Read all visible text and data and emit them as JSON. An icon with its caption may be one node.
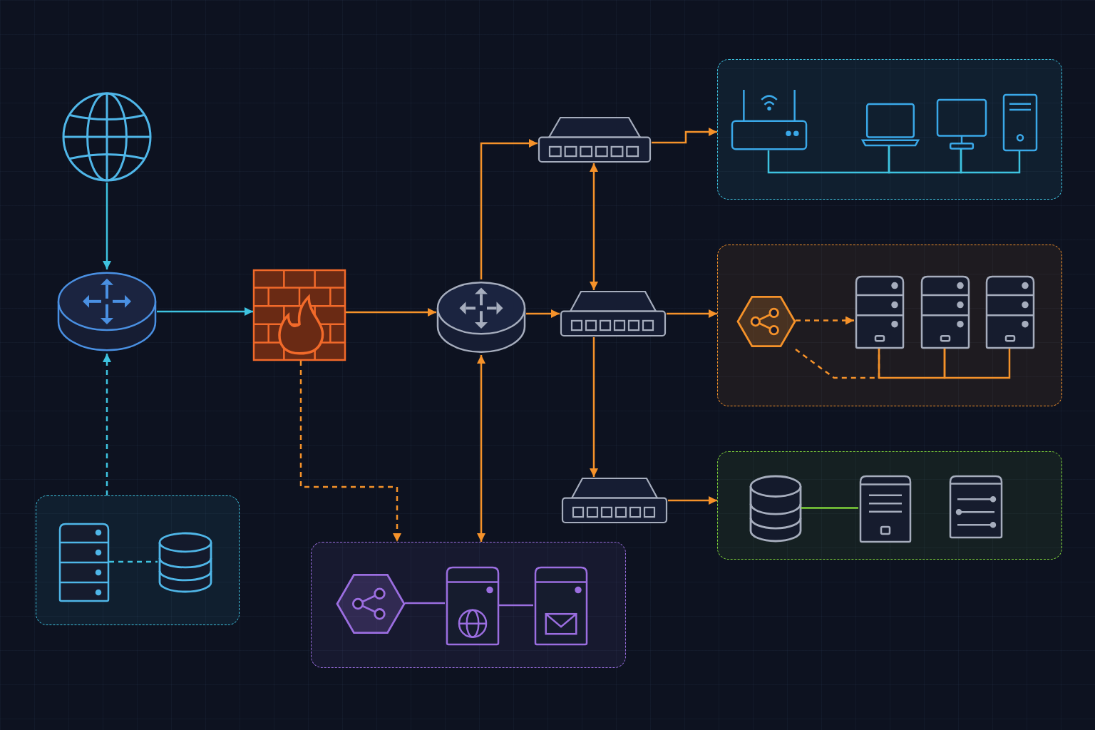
{
  "diagram": {
    "nodes": [
      {
        "text": [],
        "shape": "globe"
      },
      {
        "text": [],
        "shape": "router"
      },
      {
        "text": [],
        "shape": "firewall"
      },
      {
        "text": [],
        "shape": "router"
      },
      {
        "text": [],
        "shape": "switch"
      },
      {
        "text": [],
        "shape": "switch"
      },
      {
        "text": [],
        "shape": "switch"
      },
      {
        "text": [],
        "shape": "box"
      },
      {
        "text": [],
        "shape": "wifi-router",
        "in": 7
      },
      {
        "text": [],
        "shape": "laptop",
        "in": 7
      },
      {
        "text": [],
        "shape": "monitor",
        "in": 7
      },
      {
        "text": [],
        "shape": "tower",
        "in": 7
      },
      {
        "text": [],
        "shape": "box"
      },
      {
        "text": [],
        "shape": "hexagon",
        "in": 12
      },
      {
        "text": [],
        "shape": "server",
        "in": 12
      },
      {
        "text": [],
        "shape": "server",
        "in": 12
      },
      {
        "text": [],
        "shape": "server",
        "in": 12
      },
      {
        "text": [],
        "shape": "box"
      },
      {
        "text": [],
        "shape": "server",
        "in": 17
      },
      {
        "text": [],
        "shape": "cylinder",
        "in": 17
      },
      {
        "text": [],
        "shape": "box"
      },
      {
        "text": [],
        "shape": "hexagon",
        "in": 20
      },
      {
        "text": [],
        "shape": "server",
        "in": 20
      },
      {
        "text": [],
        "shape": "server",
        "in": 20
      },
      {
        "text": [],
        "shape": "box"
      },
      {
        "text": [],
        "shape": "cylinder",
        "in": 24
      },
      {
        "text": [],
        "shape": "server",
        "in": 24
      },
      {
        "text": [],
        "shape": "server",
        "in": 24
      }
    ],
    "edges": [
      {
        "from": 0,
        "to": 1,
        "arrow": "to",
        "color": "#3ec3e0"
      },
      {
        "from": 1,
        "to": 2,
        "arrow": "to",
        "color": "#3ec3e0"
      },
      {
        "from": 17,
        "to": 1,
        "arrow": "to",
        "style": "dashed",
        "color": "#3ec3e0"
      },
      {
        "from": 2,
        "to": 3,
        "arrow": "to"
      },
      {
        "from": 2,
        "to": 20,
        "arrow": "to",
        "style": "dashed"
      },
      {
        "from": 3,
        "to": 4,
        "arrow": "to"
      },
      {
        "from": 3,
        "to": 5,
        "arrow": "to"
      },
      {
        "from": 4,
        "to": 5,
        "arrow": "both"
      },
      {
        "from": 3,
        "to": 20,
        "arrow": "both"
      },
      {
        "from": 5,
        "to": 6,
        "arrow": "to"
      },
      {
        "from": 4,
        "to": 7,
        "arrow": "to"
      },
      {
        "from": 5,
        "to": 12,
        "arrow": "to"
      },
      {
        "from": 6,
        "to": 24,
        "arrow": "to"
      },
      {
        "from": 8,
        "to": 9,
        "arrow": "none",
        "color": "#3ec3e0"
      },
      {
        "from": 9,
        "to": 10,
        "arrow": "none",
        "color": "#3ec3e0"
      },
      {
        "from": 10,
        "to": 11,
        "arrow": "none",
        "color": "#3ec3e0"
      },
      {
        "from": 13,
        "to": 14,
        "arrow": "to",
        "style": "dashed"
      },
      {
        "from": 13,
        "to": 14,
        "arrow": "none",
        "style": "dashed"
      },
      {
        "from": 14,
        "to": 15,
        "arrow": "none"
      },
      {
        "from": 15,
        "to": 16,
        "arrow": "none"
      },
      {
        "from": 18,
        "to": 19,
        "arrow": "none",
        "style": "dashed",
        "color": "#3ec3e0"
      },
      {
        "from": 21,
        "to": 22,
        "arrow": "none",
        "color": "#9b6ee0"
      },
      {
        "from": 22,
        "to": 23,
        "arrow": "none",
        "color": "#9b6ee0"
      },
      {
        "from": 25,
        "to": 26,
        "arrow": "none",
        "color": "#7ed23a"
      }
    ]
  }
}
